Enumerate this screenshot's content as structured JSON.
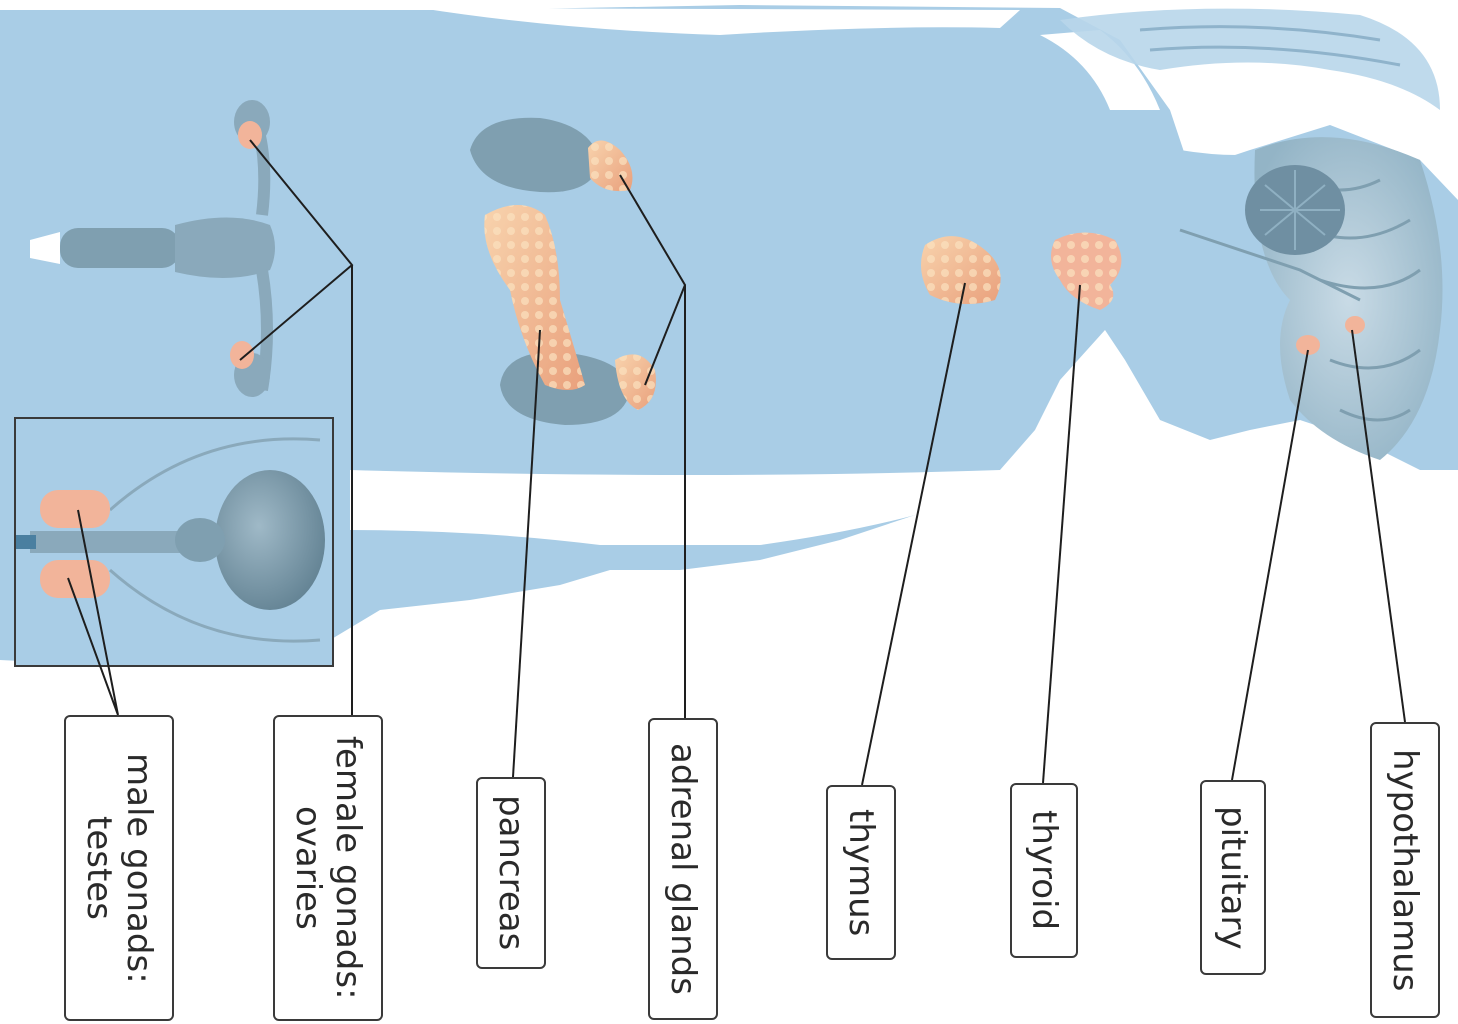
{
  "labels": {
    "hypothalamus": "hypothalamus",
    "pituitary": "pituitary",
    "thyroid": "thyroid",
    "thymus": "thymus",
    "adrenal_glands": "adrenal glands",
    "pancreas": "pancreas",
    "female_gonads": "female gonads:",
    "female_gonads_sub": "ovaries",
    "male_gonads": "male gonads:",
    "male_gonads_sub": "testes"
  },
  "colors": {
    "body": "#a9cde6",
    "organ": "#7f9fb0",
    "gland": "#f2b49a",
    "gland_highlight": "#f7cfa9",
    "leader": "#1e1e1e"
  }
}
